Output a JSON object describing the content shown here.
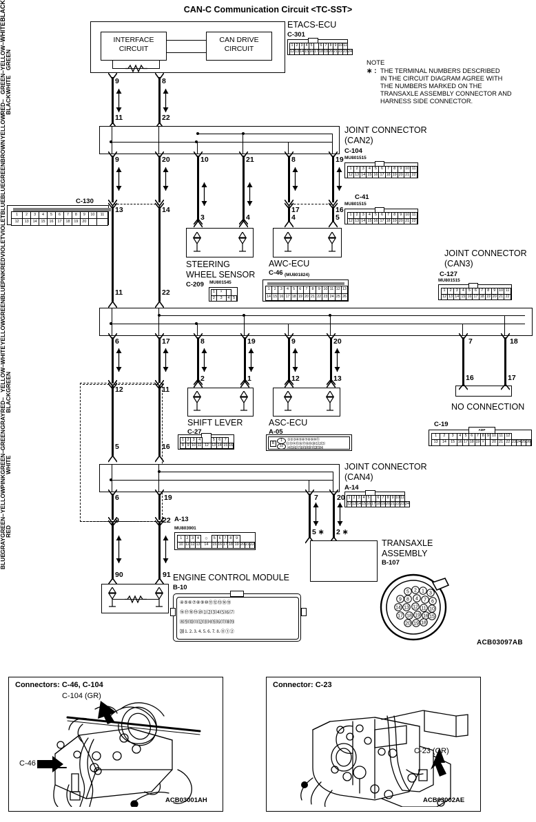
{
  "title": "CAN-C Communication Circuit <TC-SST>",
  "diagram_id": "ACB03097AB",
  "note": {
    "heading": "NOTE",
    "marker": "∗ :",
    "lines": [
      "THE TERMINAL NUMBERS DESCRIBED",
      "IN THE CIRCUIT DIAGRAM AGREE WITH",
      "THE NUMBERS MARKED ON THE",
      "TRANSAXLE ASSEMBLY CONNECTOR AND",
      "HARNESS SIDE CONNECTOR."
    ]
  },
  "blocks": {
    "etacs": {
      "name": "ETACS-ECU",
      "connector": "C-301",
      "interface": "INTERFACE\nCIRCUIT",
      "candrive": "CAN DRIVE\nCIRCUIT",
      "pins_top": [
        "1",
        "2",
        "3",
        "4",
        "5",
        "",
        "6",
        "7",
        "8",
        "9",
        "10",
        "11"
      ],
      "pins_bottom": [
        "12",
        "13",
        "14",
        "15",
        "16",
        "17",
        "18",
        "19",
        "20",
        "21",
        "22",
        "23",
        "24"
      ]
    },
    "joint_can2": {
      "name": "JOINT CONNECTOR",
      "sub": "(CAN2)",
      "connector": "C-104",
      "part": "MU801515",
      "pins_top": [
        "1",
        "2",
        "3",
        "4",
        "5",
        "6",
        "7",
        "8",
        "9",
        "10",
        "11"
      ],
      "pins_bottom": [
        "12",
        "13",
        "14",
        "15",
        "16",
        "17",
        "18",
        "19",
        "20",
        "21",
        "22"
      ]
    },
    "c41": {
      "connector": "C-41",
      "part": "MU801515",
      "pins_top": [
        "1",
        "2",
        "3",
        "4",
        "5",
        "6",
        "7",
        "8",
        "9",
        "10",
        "11"
      ],
      "pins_bottom": [
        "12",
        "13",
        "14",
        "15",
        "16",
        "17",
        "18",
        "19",
        "20",
        "21",
        "22"
      ]
    },
    "joint_can3": {
      "name": "JOINT CONNECTOR",
      "sub": "(CAN3)",
      "connector": "C-127",
      "part": "MU801515",
      "pins_top": [
        "1",
        "2",
        "3",
        "4",
        "5",
        "6",
        "7",
        "8",
        "9",
        "10",
        "11"
      ],
      "pins_bottom": [
        "12",
        "13",
        "14",
        "15",
        "16",
        "17",
        "18",
        "19",
        "20",
        "21",
        "22"
      ]
    },
    "joint_can4": {
      "name": "JOINT CONNECTOR",
      "sub": "(CAN4)",
      "connector": "A-14",
      "pins_top": [
        "1",
        "2",
        "3",
        "4",
        "5",
        "",
        "6",
        "7",
        "8",
        "9",
        "10",
        "11"
      ],
      "pins_bottom": [
        "12",
        "13",
        "14",
        "15",
        "16",
        "17",
        "18",
        "19",
        "20",
        "21",
        "22",
        "23",
        "24"
      ]
    },
    "c130": {
      "connector": "C-130",
      "pins_top": [
        "1",
        "2",
        "3",
        "4",
        "5",
        "6",
        "7",
        "8",
        "9",
        "10",
        "11"
      ],
      "pins_bottom": [
        "12",
        "13",
        "14",
        "15",
        "16",
        "17",
        "18",
        "19",
        "20"
      ]
    },
    "steering": {
      "name": "STEERING\nWHEEL SENSOR",
      "connector": "C-209",
      "part": "MU801545",
      "pins_top": [
        "1",
        "",
        ""
      ],
      "pins_bottom": [
        "2",
        "3",
        "4",
        "5"
      ]
    },
    "awc": {
      "name": "AWC-ECU",
      "connector": "C-46",
      "part": "(MU801824)",
      "pins_top": [
        "1",
        "2",
        "3",
        "4",
        "5",
        "6",
        "7",
        "8",
        "9",
        "10",
        "11",
        "12",
        "13"
      ],
      "pins_bottom": [
        "14",
        "15",
        "16",
        "17",
        "18",
        "19",
        "20",
        "21",
        "22",
        "23",
        "24",
        "25",
        "26"
      ]
    },
    "shift": {
      "name": "SHIFT LEVER",
      "connector": "C-27",
      "pins_top": [
        "1",
        "2",
        "3",
        "4",
        "",
        "5",
        "6",
        "7"
      ],
      "pins_bottom": [
        "8",
        "9",
        "10",
        "11",
        "12",
        "13",
        "14",
        "15",
        "16"
      ]
    },
    "asc": {
      "name": "ASC-ECU",
      "connector": "A-05"
    },
    "ecm": {
      "name": "ENGINE CONTROL MODULE",
      "connector": "B-10"
    },
    "a13": {
      "connector": "A-13",
      "part": "MU803901",
      "pins_top": [
        "1",
        "2",
        "3",
        "4",
        "",
        "5",
        "6",
        "7",
        "8",
        "9"
      ],
      "pins_bottom": [
        "10",
        "11",
        "12",
        "13",
        "14",
        "15",
        "16",
        "17",
        "18",
        "19",
        "20",
        "21",
        "22"
      ]
    },
    "c19": {
      "connector": "C-19",
      "label": "AMP",
      "pins_top": [
        "1",
        "2",
        "3",
        "4",
        "5",
        "6",
        "7",
        "8",
        "9",
        "10",
        "11",
        "12"
      ],
      "pins_bottom": [
        "13",
        "14",
        "15",
        "16",
        "17",
        "18",
        "19",
        "20",
        "21",
        "22",
        "23",
        "24",
        "25",
        "26"
      ]
    },
    "no_connection": "NO CONNECTION",
    "transaxle": {
      "name": "TRANSAXLE\nASSEMBLY",
      "connector": "B-107"
    }
  },
  "wires": {
    "row_top": [
      {
        "pin_top": "9",
        "color": "BLACK",
        "pin_bottom": "11"
      },
      {
        "pin_top": "8",
        "color": "WHITE",
        "pin_bottom": "22"
      }
    ],
    "row_can2": [
      {
        "pin_top": "9",
        "color": "YELLOW–\nGREEN",
        "pin_mid": "13",
        "color2": "GREEN–\nWHITE",
        "pin_bottom": "11"
      },
      {
        "pin_top": "20",
        "color": "RED–\nBLACK",
        "pin_mid": "14",
        "color2": "YELLOW",
        "pin_bottom": "22"
      },
      {
        "pin_top": "10",
        "color": "BROWN",
        "pin_bottom": "3"
      },
      {
        "pin_top": "21",
        "color": "GREEN",
        "pin_bottom": "4"
      },
      {
        "pin_top": "8",
        "color": "BLUE",
        "pin_mid": "17",
        "color2": "BLUE",
        "pin_bottom": "4"
      },
      {
        "pin_top": "19",
        "color": "VIOLET",
        "pin_mid": "16",
        "color2": "VIOLET",
        "pin_bottom": "5"
      }
    ],
    "row_can3": [
      {
        "pin_top": "6",
        "color": "RED",
        "pin_mid": "12",
        "color2": "PINK",
        "pin_bottom": "5"
      },
      {
        "pin_top": "17",
        "color": "BLUE",
        "pin_mid": "11",
        "color2": "GREEN",
        "pin_bottom": "16"
      },
      {
        "pin_top": "8",
        "color": "YELLOW",
        "pin_bottom": "2"
      },
      {
        "pin_top": "19",
        "color": "WHITE",
        "pin_bottom": "1"
      },
      {
        "pin_top": "9",
        "color": "YELLOW–\nGREEN",
        "pin_bottom": "12"
      },
      {
        "pin_top": "20",
        "color": "RED–\nBLACK",
        "pin_bottom": "13"
      },
      {
        "pin_top": "7",
        "color": "GRAY",
        "pin_bottom": "16"
      },
      {
        "pin_top": "18",
        "color": "GREEN",
        "pin_bottom": "17"
      }
    ],
    "row_can4": [
      {
        "pin_top": "6",
        "color": "GREEN–\nWHITE",
        "pin_mid": "9",
        "color2": "PINK",
        "pin_bottom": "90"
      },
      {
        "pin_top": "19",
        "color": "YELLOW",
        "pin_mid": "22",
        "color2": "GREEN–\nRED",
        "pin_bottom": "91"
      },
      {
        "pin_top": "7",
        "color": "GRAY",
        "pin_bottom": "5 ∗"
      },
      {
        "pin_top": "20",
        "color": "BLUE",
        "pin_bottom": "2 ∗"
      }
    ]
  },
  "photos": [
    {
      "caption": "Connectors: C-46, C-104",
      "labels": [
        "C-104 (GR)",
        "C-46"
      ],
      "id": "ACB03001AH"
    },
    {
      "caption": "Connector: C-23",
      "labels": [
        "C-23 (GR)"
      ],
      "id": "ACB03002AE"
    }
  ]
}
